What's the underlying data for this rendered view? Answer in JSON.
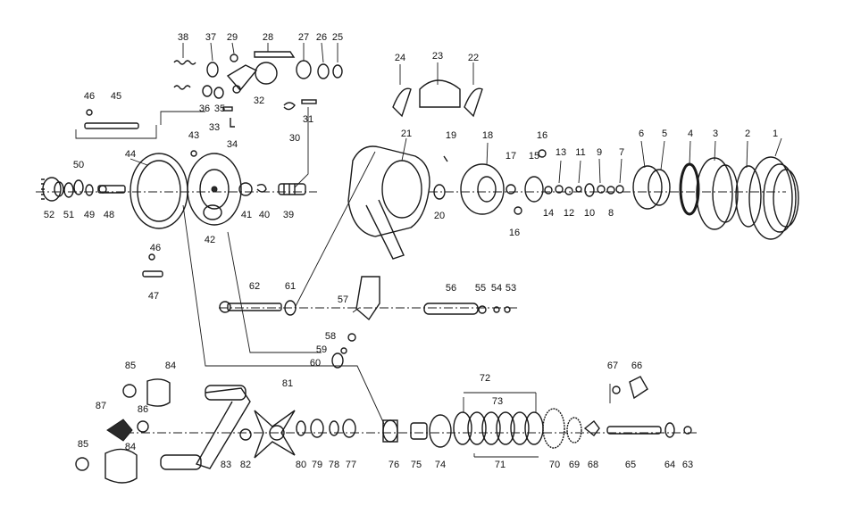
{
  "diagram": {
    "callouts": [
      "1",
      "2",
      "3",
      "4",
      "5",
      "6",
      "7",
      "8",
      "9",
      "10",
      "11",
      "12",
      "13",
      "14",
      "15",
      "16",
      "16",
      "17",
      "18",
      "19",
      "20",
      "21",
      "22",
      "23",
      "24",
      "25",
      "26",
      "27",
      "28",
      "29",
      "30",
      "31",
      "32",
      "33",
      "34",
      "35",
      "36",
      "37",
      "38",
      "39",
      "40",
      "41",
      "42",
      "43",
      "44",
      "45",
      "46",
      "46",
      "47",
      "48",
      "49",
      "50",
      "51",
      "52",
      "53",
      "54",
      "55",
      "56",
      "57",
      "58",
      "59",
      "60",
      "61",
      "62",
      "63",
      "64",
      "65",
      "66",
      "67",
      "68",
      "69",
      "70",
      "71",
      "72",
      "73",
      "74",
      "75",
      "76",
      "77",
      "78",
      "79",
      "80",
      "81",
      "82",
      "83",
      "84",
      "84",
      "85",
      "85",
      "86",
      "87"
    ]
  }
}
